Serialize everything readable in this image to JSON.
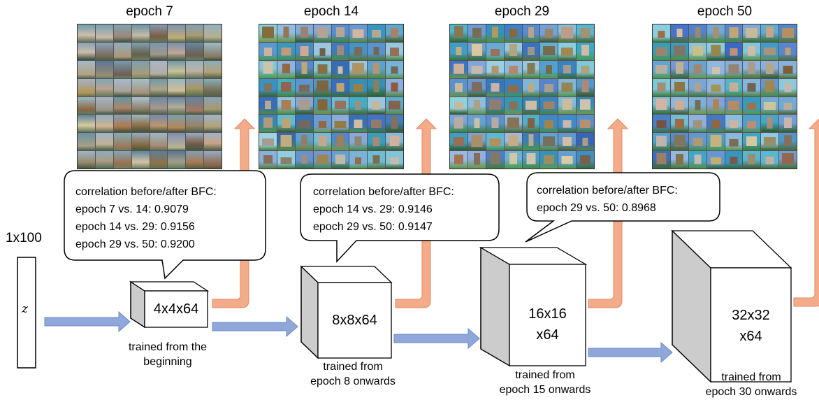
{
  "epochs": [
    {
      "label": "epoch 7",
      "clarity": "blurry"
    },
    {
      "label": "epoch 14",
      "clarity": "medium"
    },
    {
      "label": "epoch 29",
      "clarity": "sharp"
    },
    {
      "label": "epoch 50",
      "clarity": "sharp"
    }
  ],
  "input": {
    "size_label": "1x100",
    "symbol": "z"
  },
  "blocks": [
    {
      "label_line1": "4x4x64",
      "label_line2": "",
      "caption_line1": "trained from the",
      "caption_line2": "beginning"
    },
    {
      "label_line1": "8x8x64",
      "label_line2": "",
      "caption_line1": "trained from",
      "caption_line2": "epoch 8 onwards"
    },
    {
      "label_line1": "16x16",
      "label_line2": "x64",
      "caption_line1": "trained from",
      "caption_line2": "epoch 15 onwards"
    },
    {
      "label_line1": "32x32",
      "label_line2": "x64",
      "caption_line1": "trained from",
      "caption_line2": "epoch 30 onwards"
    }
  ],
  "callouts": [
    {
      "lines": [
        "correlation before/after BFC:",
        "epoch 7 vs. 14: 0.9079",
        "epoch 14 vs. 29: 0.9156",
        "epoch 29 vs. 50: 0.9200"
      ]
    },
    {
      "lines": [
        "correlation before/after BFC:",
        "epoch 14 vs. 29: 0.9146",
        "epoch 29 vs. 50: 0.9147"
      ]
    },
    {
      "lines": [
        "correlation before/after BFC:",
        "epoch 29 vs. 50: 0.8968"
      ]
    }
  ],
  "colors": {
    "flow_arrow": "#8fa8d9",
    "flow_arrow_edge": "#6d8ac6",
    "output_arrow": "#f4ab8a",
    "output_arrow_edge": "#e08a66",
    "cube_side": "#cccccc"
  }
}
